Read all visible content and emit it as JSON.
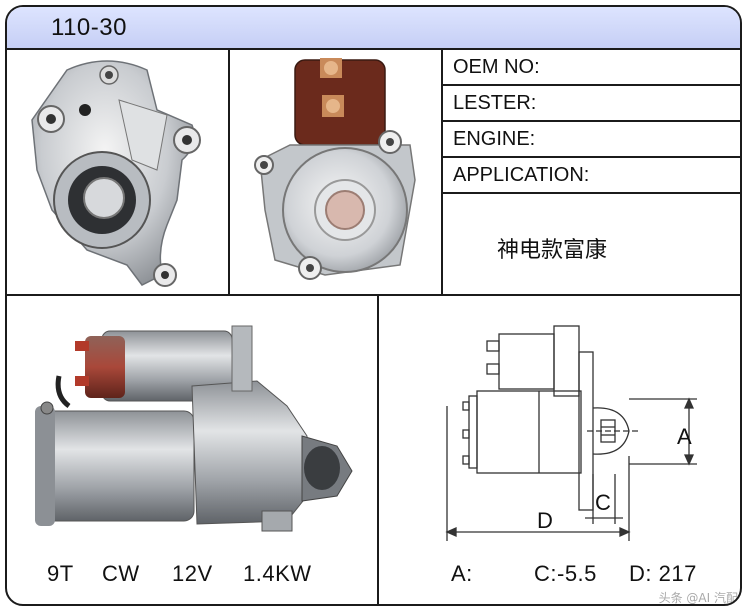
{
  "header": {
    "code": "110-30"
  },
  "specs": {
    "oem_no": "OEM NO:",
    "lester": "LESTER:",
    "engine": "ENGINE:",
    "application": "APPLICATION:",
    "application_value": "神电款富康"
  },
  "product": {
    "teeth": "9T",
    "rotation": "CW",
    "voltage": "12V",
    "power": "1.4KW"
  },
  "dimensions": {
    "label_a": "A",
    "label_c": "C",
    "label_d": "D",
    "a_text": "A:",
    "c_text": "C:-5.5",
    "d_text": "D: 217"
  },
  "watermark": "头条 @AI 汽配"
}
